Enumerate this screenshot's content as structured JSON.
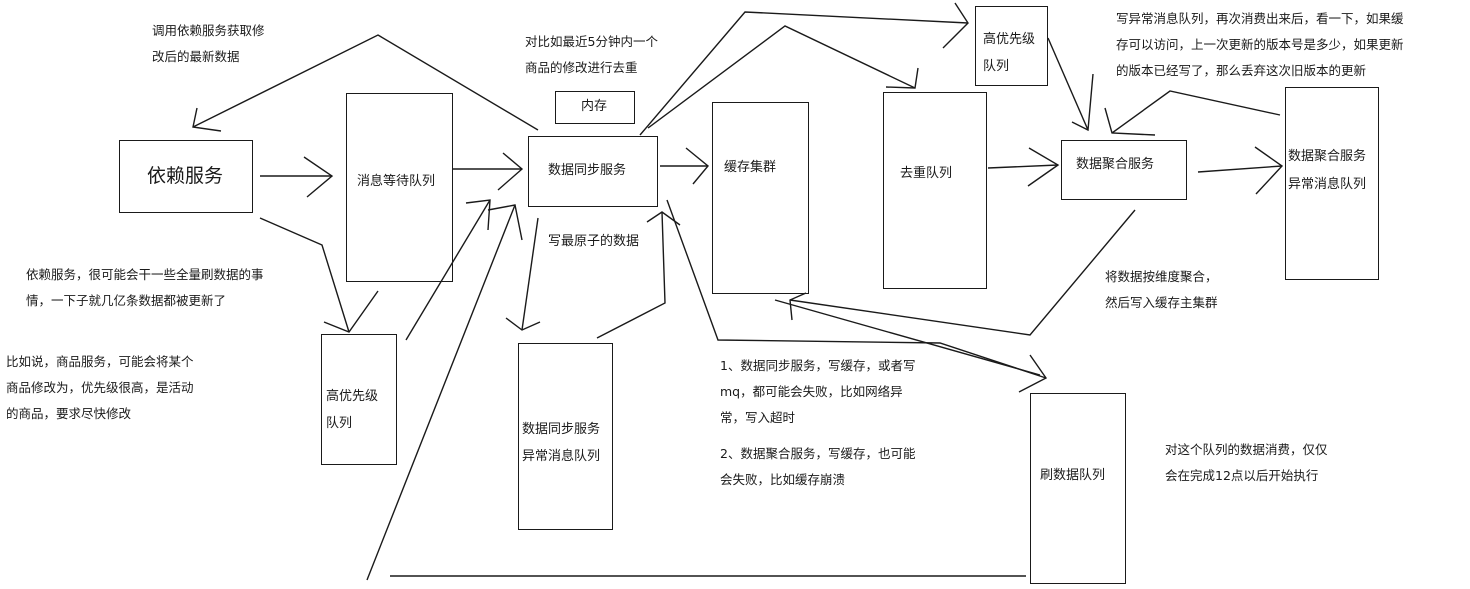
{
  "nodes": {
    "dependency_service": "依赖服务",
    "message_wait_queue": "消息等待队列",
    "memory": "内存",
    "data_sync_service": "数据同步服务",
    "cache_cluster": "缓存集群",
    "dedup_queue": "去重队列",
    "high_priority_queue_top": [
      "高优先级",
      "队列"
    ],
    "data_aggregation_service": "数据聚合服务",
    "aggregation_exception_queue": [
      "数据聚合服务",
      "异常消息队列"
    ],
    "high_priority_queue_bottom": [
      "高优先级",
      "队列"
    ],
    "sync_exception_queue": [
      "数据同步服务",
      "异常消息队列"
    ],
    "refresh_data_queue": "刷数据队列"
  },
  "notes": {
    "call_dependency": [
      "调用依赖服务获取修",
      "改后的最新数据"
    ],
    "dedup_5min": [
      "对比如最近5分钟内一个",
      "商品的修改进行去重"
    ],
    "write_atomic": "写最原子的数据",
    "exception_retry": [
      "写异常消息队列，再次消费出来后，看一下，如果缓",
      "存可以访问，上一次更新的版本号是多少，如果更新",
      "的版本已经写了，那么丢弃这次旧版本的更新"
    ],
    "full_refresh": [
      "依赖服务，很可能会干一些全量刷数据的事",
      "情，一下子就几亿条数据都被更新了"
    ],
    "priority_example": [
      "比如说，商品服务，可能会将某个",
      "商品修改为，优先级很高，是活动",
      "的商品，要求尽快修改"
    ],
    "aggregate_by_dimension": [
      "将数据按维度聚合，",
      "然后写入缓存主集群"
    ],
    "failures": [
      "1、数据同步服务，写缓存，或者写",
      "mq，都可能会失败，比如网络异",
      "常，写入超时",
      "",
      "2、数据聚合服务，写缓存，也可能",
      "会失败，比如缓存崩溃"
    ],
    "refresh_schedule": [
      "对这个队列的数据消费，仅仅",
      "会在完成12点以后开始执行"
    ]
  }
}
